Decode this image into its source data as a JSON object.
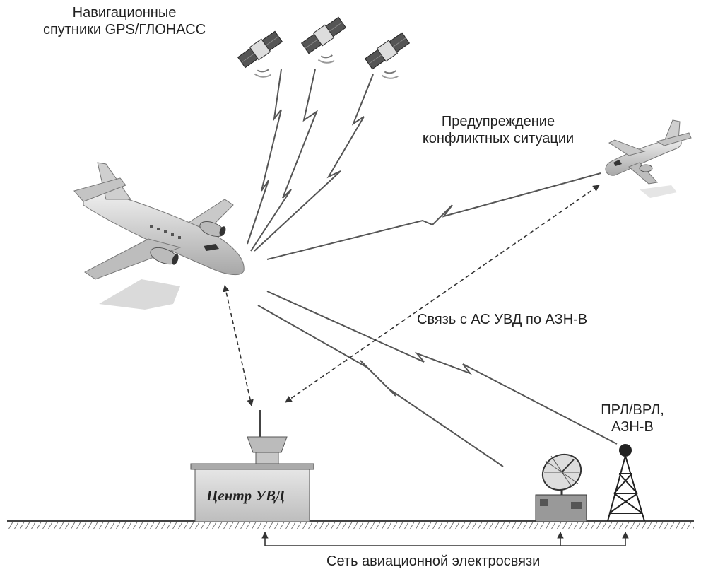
{
  "labels": {
    "satellites_line1": "Навигационные",
    "satellites_line2": "спутники GPS/ГЛОНАСС",
    "conflict_line1": "Предупреждение",
    "conflict_line2": "конфликтных ситуации",
    "ads_b_link": "Связь с АС УВД по АЗН-В",
    "radar_line1": "ПРЛ/ВРЛ,",
    "radar_line2": "АЗН-В",
    "atc_center": "Центр УВД",
    "network": "Сеть авиационной электросвязи"
  },
  "colors": {
    "line": "#555555",
    "aircraft_body": "#d6d6d6",
    "building": "#cfcfcf",
    "ground": "#444444"
  }
}
